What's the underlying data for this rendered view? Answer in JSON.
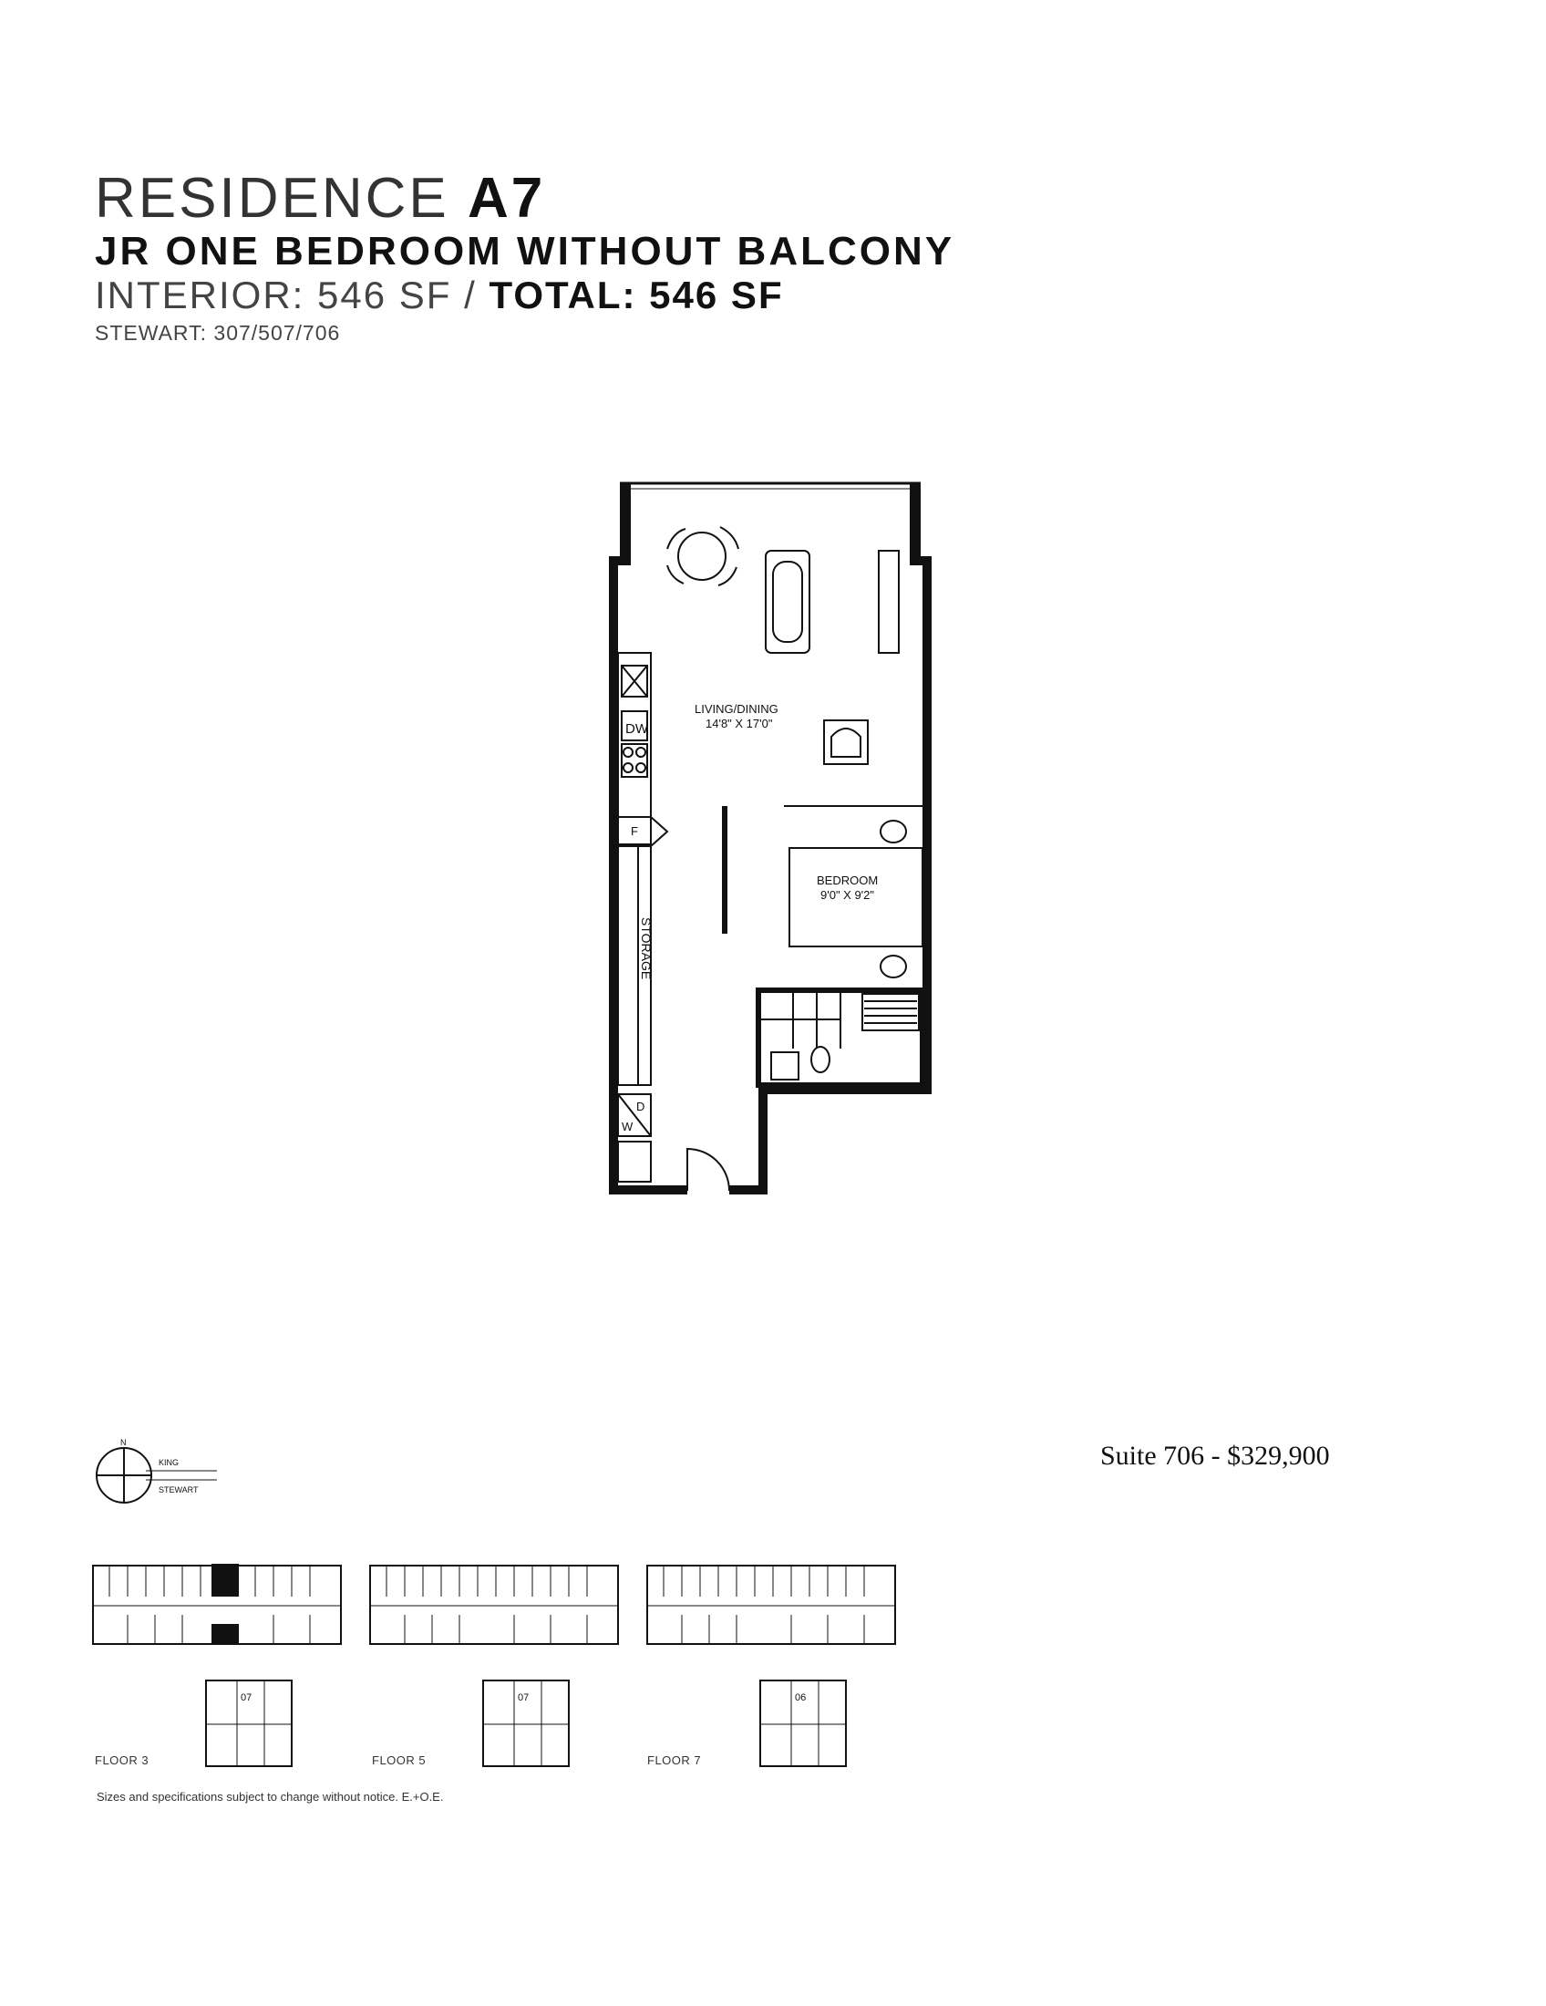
{
  "header": {
    "residence_light": "RESIDENCE",
    "residence_code": "A7",
    "unit_type": "JR ONE BEDROOM WITHOUT BALCONY",
    "interior_label": "INTERIOR: 546 SF /",
    "total_label": "TOTAL: 546 SF",
    "suites": "STEWART: 307/507/706"
  },
  "plan": {
    "living_label": "LIVING/DINING",
    "living_dims": "14'8\" X 17'0\"",
    "bedroom_label": "BEDROOM",
    "bedroom_dims": "9'0\" X 9'2\"",
    "storage_label": "STORAGE",
    "dw_label": "DW",
    "fridge_label": "F",
    "washer_d": "D",
    "washer_w": "W"
  },
  "compass": {
    "north": "N",
    "street_top": "KING",
    "street_bottom": "STEWART"
  },
  "keyplans": [
    {
      "floor": "FLOOR 3",
      "unit": "07"
    },
    {
      "floor": "FLOOR 5",
      "unit": "07"
    },
    {
      "floor": "FLOOR 7",
      "unit": "06"
    }
  ],
  "price_note": "Suite 706 - $329,900",
  "disclaimer": "Sizes and specifications subject to change without notice. E.+O.E."
}
